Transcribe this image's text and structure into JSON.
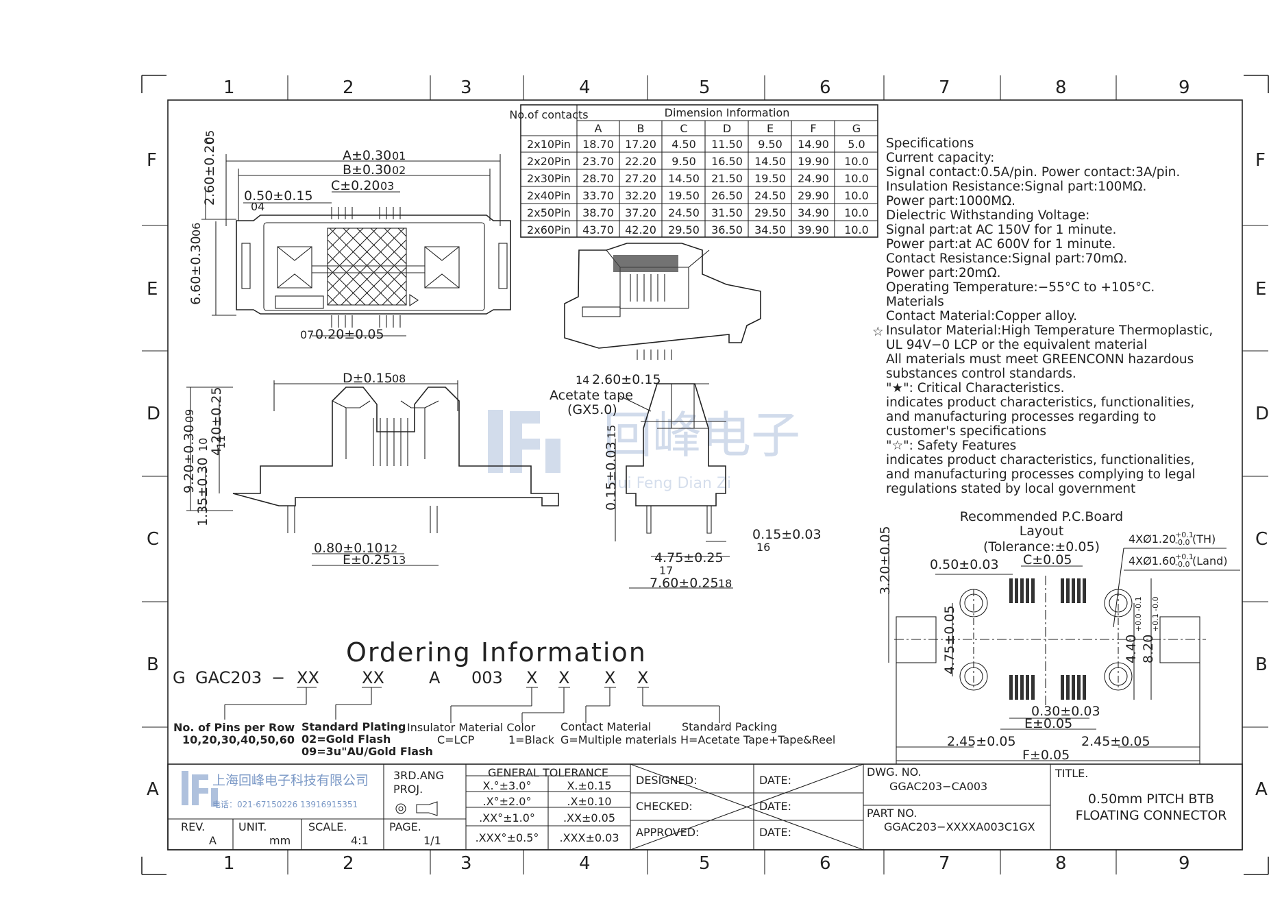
{
  "zones": {
    "columns": [
      "1",
      "2",
      "3",
      "4",
      "5",
      "6",
      "7",
      "8",
      "9"
    ],
    "rows": [
      "F",
      "E",
      "D",
      "C",
      "B",
      "A"
    ]
  },
  "dimension_table": {
    "header_contacts": "No.of contacts",
    "header_group": "Dimension Information",
    "columns": [
      "A",
      "B",
      "C",
      "D",
      "E",
      "F",
      "G"
    ],
    "rows": [
      [
        "2x10Pin",
        "18.70",
        "17.20",
        "4.50",
        "11.50",
        "9.50",
        "14.90",
        "5.0"
      ],
      [
        "2x20Pin",
        "23.70",
        "22.20",
        "9.50",
        "16.50",
        "14.50",
        "19.90",
        "10.0"
      ],
      [
        "2x30Pin",
        "28.70",
        "27.20",
        "14.50",
        "21.50",
        "19.50",
        "24.90",
        "10.0"
      ],
      [
        "2x40Pin",
        "33.70",
        "32.20",
        "19.50",
        "26.50",
        "24.50",
        "29.90",
        "10.0"
      ],
      [
        "2x50Pin",
        "38.70",
        "37.20",
        "24.50",
        "31.50",
        "29.50",
        "34.90",
        "10.0"
      ],
      [
        "2x60Pin",
        "43.70",
        "42.20",
        "29.50",
        "36.50",
        "34.50",
        "39.90",
        "10.0"
      ]
    ]
  },
  "specifications": [
    "Specifications",
    "Current capacity:",
    "Signal contact:0.5A/pin. Power contact:3A/pin.",
    "Insulation Resistance:Signal part:100MΩ.",
    "Power part:1000MΩ.",
    "Dielectric Withstanding Voltage:",
    "Signal part:at AC 150V for 1 minute.",
    "Power part:at AC 600V for 1 minute.",
    "Contact Resistance:Signal part:70mΩ.",
    "Power part:20mΩ.",
    "Operating Temperature:−55°C to +105°C.",
    "Materials",
    "Contact Material:Copper alloy.",
    "Insulator Material:High Temperature Thermoplastic,",
    "UL 94V−0 LCP or the equivalent material",
    "All materials must meet GREENCONN hazardous",
    "substances control standards.",
    "\"★\": Critical Characteristics.",
    "indicates product characteristics, functionalities,",
    "and manufacturing processes regarding to",
    "customer's specifications",
    "\"☆\": Safety Features",
    "indicates product characteristics, functionalities,",
    "and manufacturing processes complying to legal",
    "regulations stated by local government"
  ],
  "star_marker": "☆",
  "top_view_dims": {
    "a": "A±0.30",
    "a_no": "01",
    "b": "B±0.30",
    "b_no": "02",
    "c": "C±0.20",
    "c_no": "03",
    "pitch": "0.50±0.15",
    "pitch_no": "04",
    "h1": "2.60±0.20",
    "h1_no": "05",
    "h2": "6.60±0.30",
    "h2_no": "06",
    "w": "0.20±0.05",
    "w_no": "07"
  },
  "front_view_dims": {
    "d": "D±0.15",
    "d_no": "08",
    "h1": "9.20±0.30",
    "h1_no": "09",
    "h2": "1.35±0.30",
    "h2_no": "10",
    "h3": "4.20±0.25",
    "h3_no": "11",
    "p": "0.80±0.10",
    "p_no": "12",
    "e": "E±0.25",
    "e_no": "13"
  },
  "side_view_dims": {
    "w": "2.60±0.15",
    "w_no": "14",
    "tape": "Acetate tape",
    "tape_spec": "(GX5.0)",
    "h": "0.15±0.03",
    "h_no": "15",
    "t": "0.15±0.03",
    "t_no": "16",
    "l1": "4.75±0.25",
    "l1_no": "17",
    "l2": "7.60±0.25",
    "l2_no": "18"
  },
  "watermark": {
    "cn": "回峰电子",
    "pinyin": "Hui Feng Dian Zi"
  },
  "pcb_layout": {
    "title1": "Recommended P.C.Board",
    "title2": "Layout",
    "tolerance": "(Tolerance:±0.05)",
    "th": "4XØ1.20",
    "th_sup": "+0.1",
    "th_sub": "-0.0",
    "th_suffix": "(TH)",
    "land": "4XØ1.60",
    "land_sup": "+0.1",
    "land_sub": "-0.0",
    "land_suffix": "(Land)",
    "pitch": "0.50±0.03",
    "c": "C±0.05",
    "h_left": "3.20±0.05",
    "v1": "4.75±0.05",
    "v2": "4.40",
    "v2_tol": "+0.0 -0.1",
    "v3": "8.20",
    "v3_tol": "+0.1 -0.0",
    "w1": "0.30±0.03",
    "e": "E±0.05",
    "side_l": "2.45±0.05",
    "side_r": "2.45±0.05",
    "f": "F±0.05"
  },
  "ordering": {
    "title": "Ordering Information",
    "code": [
      "G",
      "GAC203",
      "−",
      "XX",
      "XX",
      "A",
      "003",
      "X",
      "X",
      "X",
      "X"
    ],
    "labels": [
      {
        "title": "No. of Pins per Row",
        "lines": [
          "10,20,30,40,50,60"
        ]
      },
      {
        "title": "Standard Plating",
        "lines": [
          "02=Gold Flash",
          "09=3u\"AU/Gold Flash"
        ]
      },
      {
        "title": "Insulator Material Color",
        "lines": [
          "C=LCP"
        ]
      },
      {
        "title": "",
        "lines": [
          "1=Black"
        ]
      },
      {
        "title": "Contact Material",
        "lines": [
          "G=Multiple materials"
        ]
      },
      {
        "title": "Standard Packing",
        "lines": [
          "H=Acetate Tape+Tape&Reel"
        ]
      }
    ]
  },
  "title_block": {
    "company_cn": "上海回峰电子科技有限公司",
    "phone": "电话：021-67150226 13916915351",
    "angle": "3RD.ANG",
    "proj": "PROJ.",
    "tol_header": "GENERAL TOLERANCE",
    "tols": [
      [
        "X.°±3.0°",
        "X.±0.15"
      ],
      [
        ".X°±2.0°",
        ".X±0.10"
      ],
      [
        ".XX°±1.0°",
        ".XX±0.05"
      ],
      [
        ".XXX°±0.5°",
        ".XXX±0.03"
      ]
    ],
    "designed": "DESIGNED:",
    "checked": "CHECKED:",
    "approved": "APPROVED:",
    "date": "DATE:",
    "dwg_label": "DWG. NO.",
    "dwg_no": "GGAC203−CA003",
    "part_label": "PART NO.",
    "part_no": "GGAC203−XXXXA003C1GX",
    "title_label": "TITLE.",
    "title1": "0.50mm PITCH BTB",
    "title2": "FLOATING CONNECTOR",
    "rev_label": "REV.",
    "rev": "A",
    "unit_label": "UNIT.",
    "unit": "mm",
    "scale_label": "SCALE.",
    "scale": "4:1",
    "page_label": "PAGE.",
    "page": "1/1"
  }
}
